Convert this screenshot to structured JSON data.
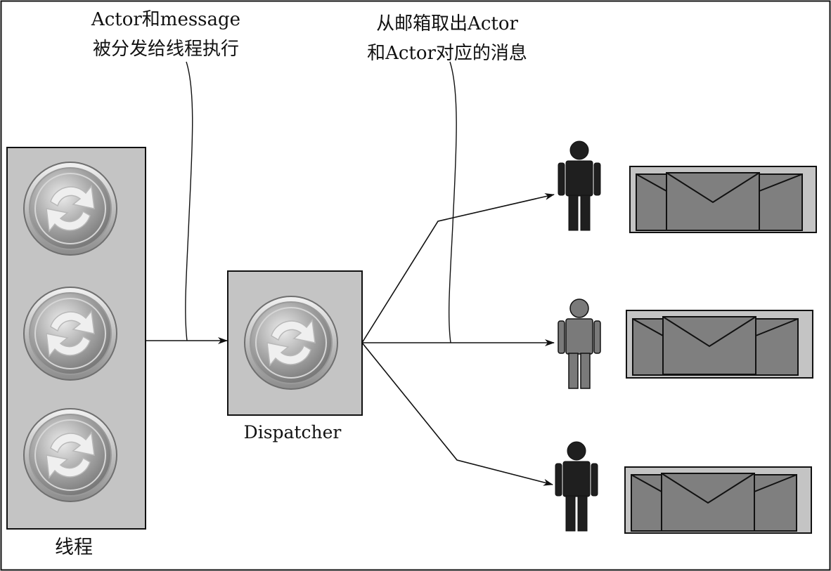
{
  "annotations": {
    "dispatch_note_line1": "Actor和message",
    "dispatch_note_line2": "被分发给线程执行",
    "mailbox_note_line1": "从邮箱取出Actor",
    "mailbox_note_line2": "和Actor对应的消息"
  },
  "labels": {
    "threads": "线程",
    "dispatcher": "Dispatcher"
  },
  "thread_pool": {
    "thread_count": 3,
    "icon": "refresh-icon"
  },
  "actors": [
    {
      "id": "actor-1",
      "icon": "person-icon",
      "color": "#1f1f1f"
    },
    {
      "id": "actor-2",
      "icon": "person-icon",
      "color": "#7a7a7a"
    },
    {
      "id": "actor-3",
      "icon": "person-icon",
      "color": "#1f1f1f"
    }
  ],
  "mailboxes": [
    {
      "id": "mailbox-1",
      "icon": "envelope-icon"
    },
    {
      "id": "mailbox-2",
      "icon": "envelope-icon"
    },
    {
      "id": "mailbox-3",
      "icon": "envelope-icon"
    }
  ],
  "colors": {
    "panel_fill": "#c4c4c4",
    "envelope_fill": "#7f7f7f",
    "stroke": "#111111"
  }
}
